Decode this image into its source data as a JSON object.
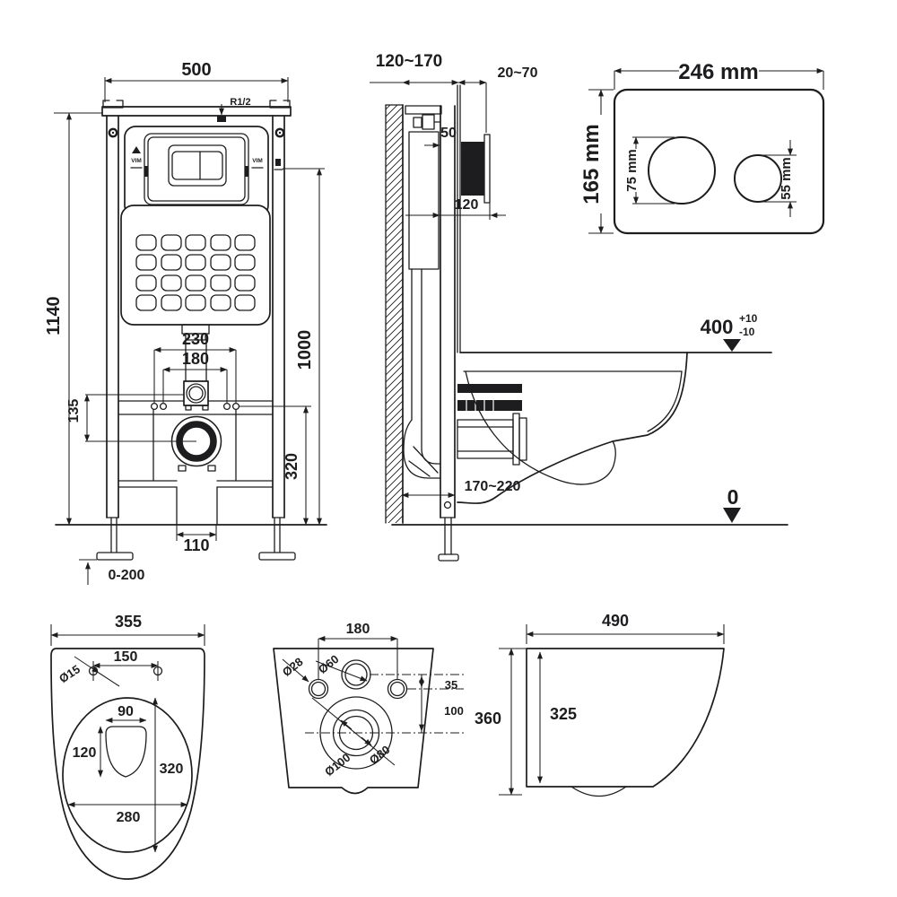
{
  "doc": {
    "background": "#ffffff",
    "ink": "#1d1d1f",
    "kind": "wall-hung toilet installation technical drawing"
  },
  "views": {
    "frame_front": {
      "width": "500",
      "height": "1140",
      "inner_height": "1000",
      "anchor_outer": "230",
      "anchor_inner": "180",
      "supply_offset": "135",
      "drain_height": "320",
      "outlet_width": "110",
      "foot_adjust": "0-200",
      "water_inlet": "R1/2",
      "logo": "VIM"
    },
    "side": {
      "frame_depth": "120~170",
      "wall_gap": "20~70",
      "plate_gap": "50",
      "wall_offset": "120",
      "outlet_depth": "170~220",
      "rim_height": "400",
      "tol_plus": "+10",
      "tol_minus": "-10",
      "floor": "0"
    },
    "flush_plate": {
      "width": "246 mm",
      "height": "165 mm",
      "large_button": "75 mm",
      "small_button": "55 mm"
    },
    "bowl_top": {
      "width": "355",
      "bolt_spacing": "150",
      "bolt_dia": "Ø15",
      "flush_width": "90",
      "flush_depth": "120",
      "length": "320",
      "inner_width": "280"
    },
    "bowl_back": {
      "bolt_spacing": "180",
      "bolt_dia": "Ø28",
      "inlet_dia": "Ø60",
      "inlet_offset": "35",
      "drain_offset": "100",
      "recess_dia": "Ø100",
      "drain_dia": "Ø80"
    },
    "bowl_side": {
      "depth": "490",
      "height": "360",
      "inner_height": "325"
    }
  }
}
